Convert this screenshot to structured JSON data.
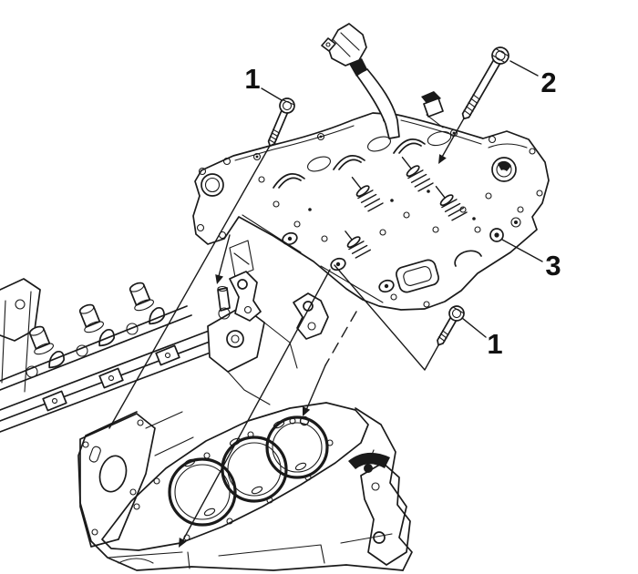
{
  "diagram": {
    "background": "#ffffff",
    "ink": "#1a1a1a",
    "callouts": [
      {
        "label": "1",
        "target": "cylinder-head-bolt-long-upper-left"
      },
      {
        "label": "2",
        "target": "cylinder-head-bolt-long-upper-right"
      },
      {
        "label": "3",
        "target": "cylinder-head"
      },
      {
        "label": "1",
        "target": "cylinder-head-bolt-lower-right"
      }
    ],
    "parts": [
      "removed-cylinder-head",
      "cylinder-head-bolts",
      "engine-block",
      "head-gasket-with-cylinder-bores",
      "left-bank-cylinder-head",
      "wiring-harness-connector"
    ]
  }
}
